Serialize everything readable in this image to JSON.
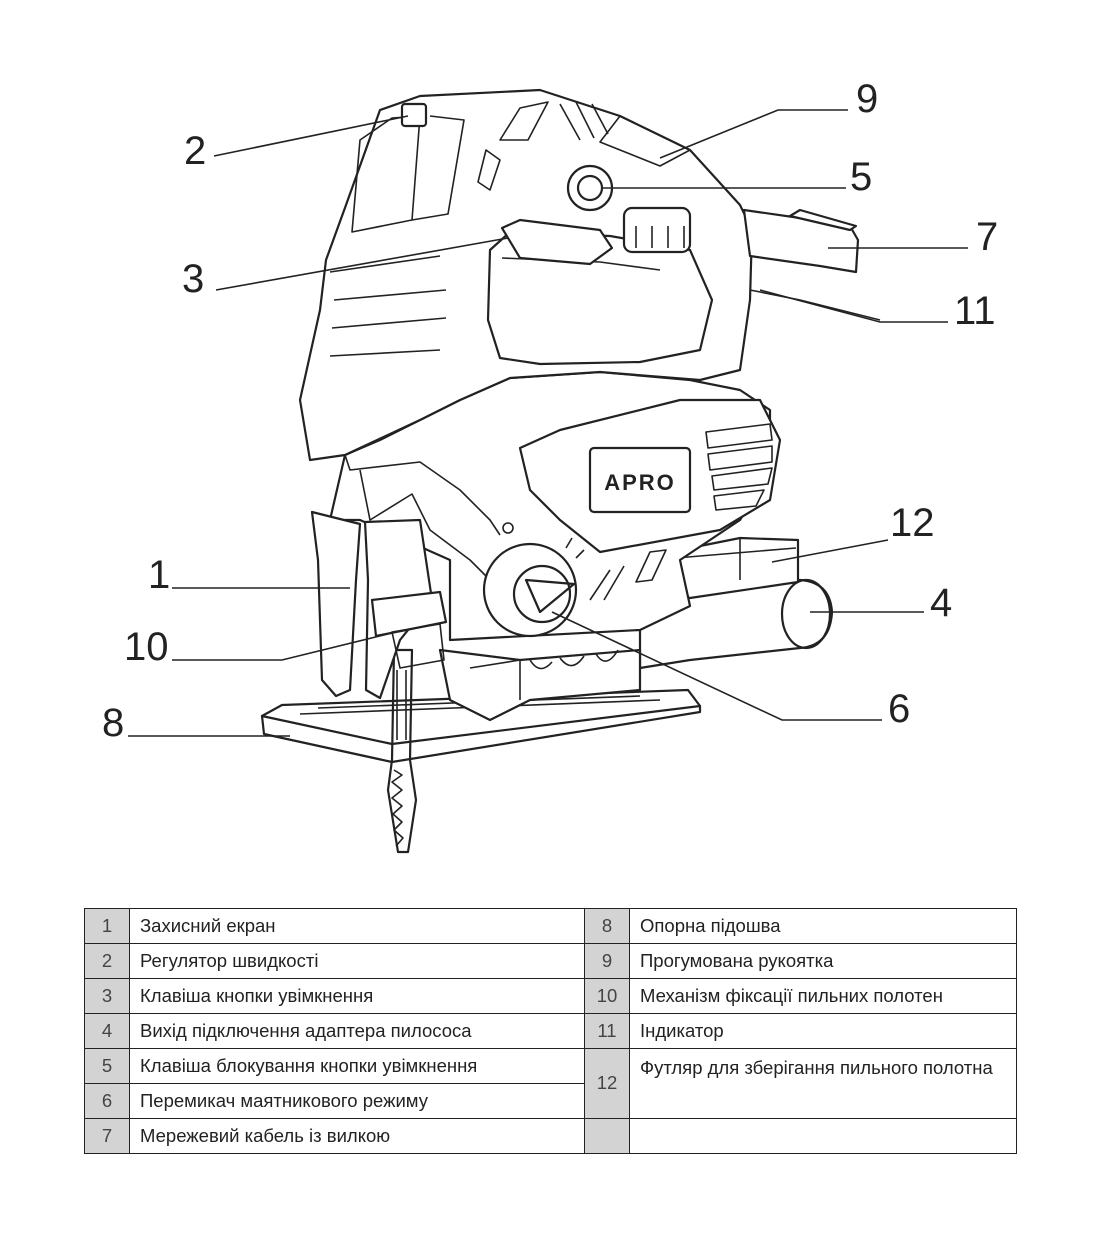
{
  "diagram": {
    "brand": "APRO",
    "callouts": [
      "1",
      "2",
      "3",
      "4",
      "5",
      "6",
      "7",
      "8",
      "9",
      "10",
      "11",
      "12"
    ]
  },
  "parts": [
    {
      "num": "1",
      "label": "Захисний екран"
    },
    {
      "num": "2",
      "label": "Регулятор швидкості"
    },
    {
      "num": "3",
      "label": "Клавіша кнопки увімкнення"
    },
    {
      "num": "4",
      "label": "Вихід підключення адаптера пилососа"
    },
    {
      "num": "5",
      "label": "Клавіша блокування кнопки увімкнення"
    },
    {
      "num": "6",
      "label": "Перемикач маятникового режиму"
    },
    {
      "num": "7",
      "label": "Мережевий кабель із вилкою"
    },
    {
      "num": "8",
      "label": "Опорна підошва"
    },
    {
      "num": "9",
      "label": "Прогумована рукоятка"
    },
    {
      "num": "10",
      "label": "Механізм фіксації пильних полотен"
    },
    {
      "num": "11",
      "label": "Індикатор"
    },
    {
      "num": "12",
      "label": "Футляр для зберігання пильного полотна"
    }
  ]
}
